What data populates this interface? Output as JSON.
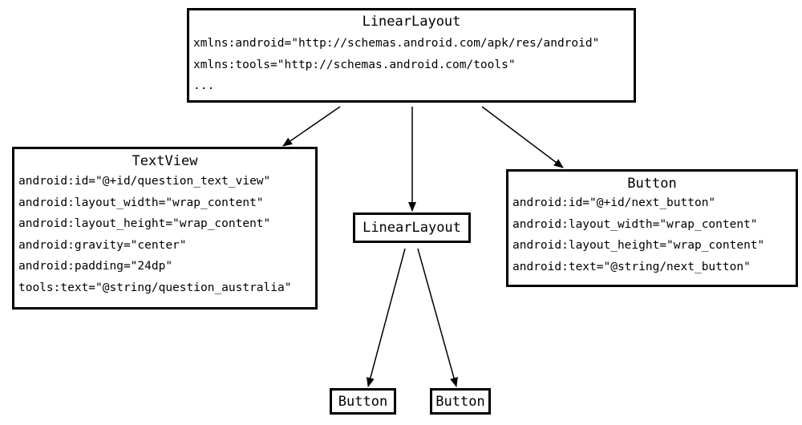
{
  "root": {
    "title": "LinearLayout",
    "attrs": [
      "xmlns:android=\"http://schemas.android.com/apk/res/android\"",
      "xmlns:tools=\"http://schemas.android.com/tools\"",
      "..."
    ]
  },
  "textview": {
    "title": "TextView",
    "attrs": [
      "android:id=\"@+id/question_text_view\"",
      "android:layout_width=\"wrap_content\"",
      "android:layout_height=\"wrap_content\"",
      "android:gravity=\"center\"",
      "android:padding=\"24dp\"",
      "tools:text=\"@string/question_australia\""
    ]
  },
  "inner_layout": {
    "title": "LinearLayout"
  },
  "button_right": {
    "title": "Button",
    "attrs": [
      "android:id=\"@+id/next_button\"",
      "android:layout_width=\"wrap_content\"",
      "android:layout_height=\"wrap_content\"",
      "android:text=\"@string/next_button\""
    ]
  },
  "button_left": {
    "title": "Button"
  },
  "button_mid": {
    "title": "Button"
  }
}
